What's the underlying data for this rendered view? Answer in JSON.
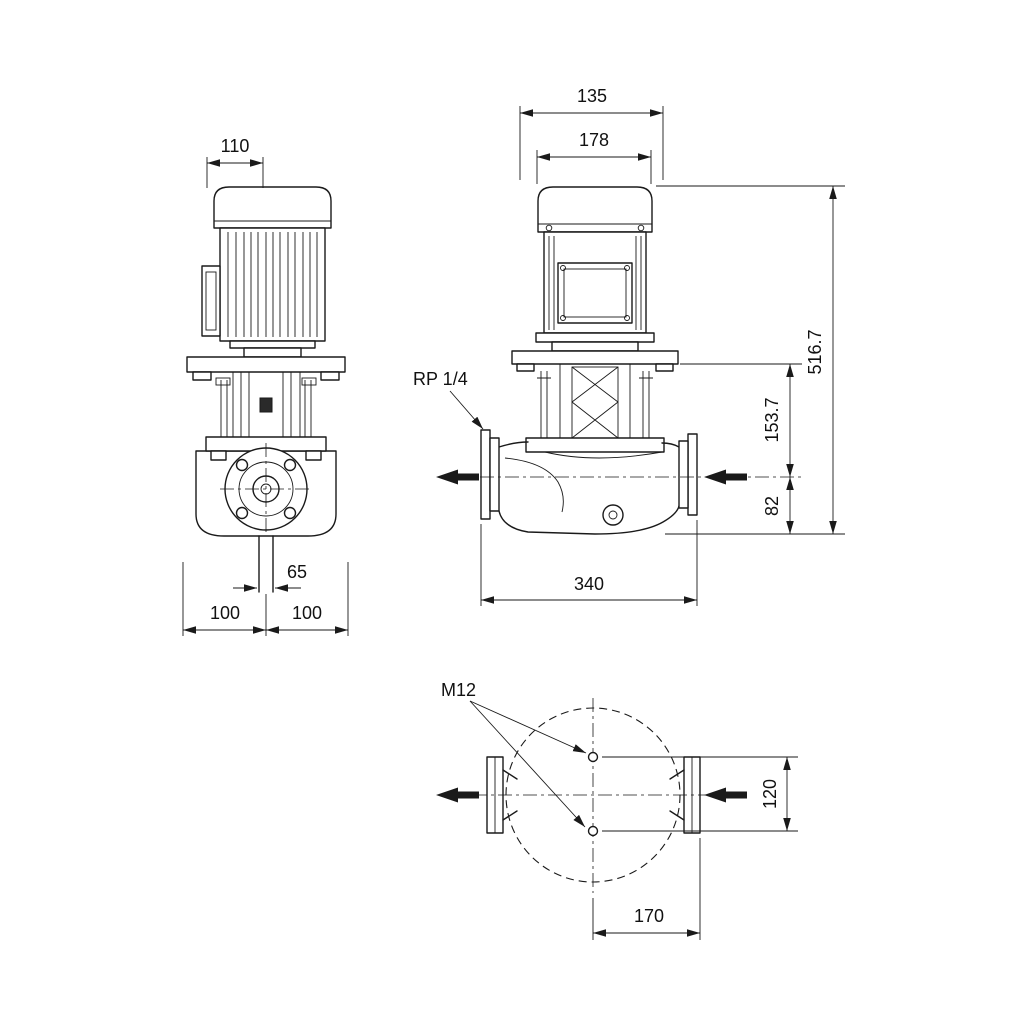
{
  "drawing": {
    "background": "#ffffff",
    "line_color": "#1a1a1a",
    "views": {
      "front": {
        "dim_top_width": "110",
        "dim_port_bore": "65",
        "dim_base_left": "100",
        "dim_base_right": "100"
      },
      "side": {
        "dim_fan_cover": "135",
        "dim_motor_width": "178",
        "tapping_label": "RP 1/4",
        "dim_overall_height": "516.7",
        "dim_seal_to_port": "153.7",
        "dim_port_to_base": "82",
        "dim_port_to_port": "340"
      },
      "plan": {
        "bolt_holes_label": "M12",
        "dim_hole_spacing": "120",
        "dim_center_to_flange": "170"
      }
    }
  }
}
